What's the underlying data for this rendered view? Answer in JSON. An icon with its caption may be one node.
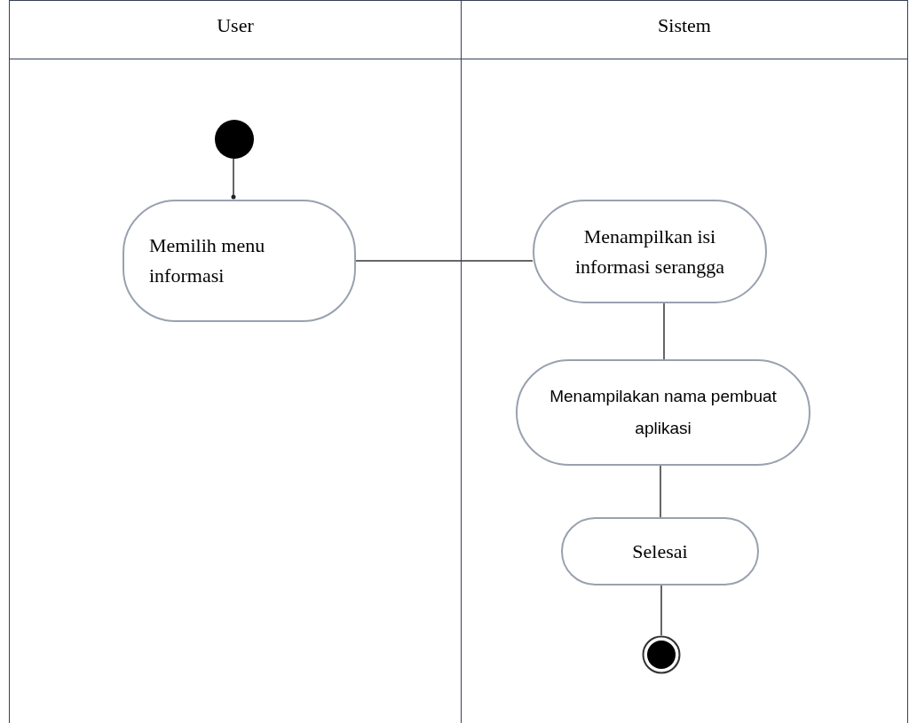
{
  "diagram": {
    "nodes": [
      {
        "text": [
          "User"
        ]
      },
      {
        "text": [
          "Sistem"
        ]
      },
      {
        "text": [],
        "shape": "circle",
        "in": 0
      },
      {
        "text": [
          "Memilih menu informasi"
        ],
        "in": 0
      },
      {
        "text": [
          "Menampilkan isi informasi serangga"
        ],
        "in": 1
      },
      {
        "text": [
          "Menampilakan nama pembuat aplikasi"
        ],
        "in": 1
      },
      {
        "text": [
          "Selesai"
        ],
        "in": 1
      },
      {
        "text": [],
        "shape": "circle",
        "in": 1
      }
    ],
    "edges": [
      {
        "from": 2,
        "to": 3,
        "arrow": "other"
      },
      {
        "from": 3,
        "to": 4,
        "arrow": "none"
      },
      {
        "from": 4,
        "to": 5,
        "arrow": "none"
      },
      {
        "from": 5,
        "to": 6,
        "arrow": "none"
      },
      {
        "from": 6,
        "to": 7,
        "arrow": "none"
      }
    ]
  }
}
